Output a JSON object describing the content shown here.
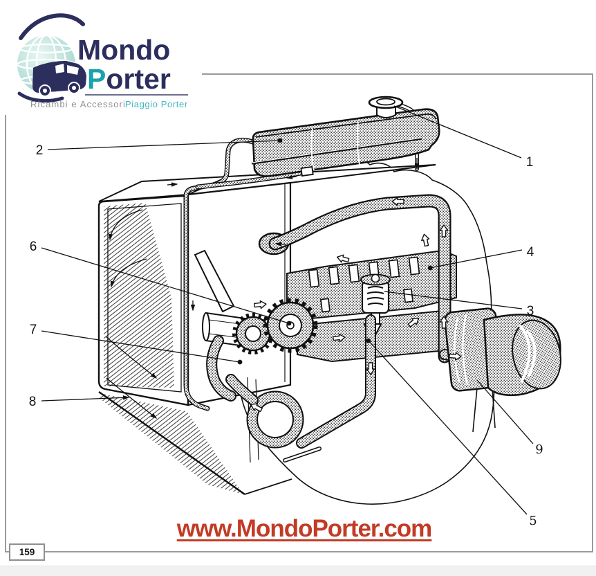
{
  "logo": {
    "word1": "Mondo",
    "word2_initial": "P",
    "word2_rest": "orter",
    "tagline_left": "Ricambi e Accessori",
    "tagline_right": "Piaggio Porter"
  },
  "diagram": {
    "callouts": [
      {
        "label": "1"
      },
      {
        "label": "2"
      },
      {
        "label": "3"
      },
      {
        "label": "4"
      },
      {
        "label": "5"
      },
      {
        "label": "6"
      },
      {
        "label": "7"
      },
      {
        "label": "8"
      },
      {
        "label": "9"
      }
    ]
  },
  "footer": {
    "website": "www.MondoPorter.com",
    "page_number": "159"
  },
  "colors": {
    "brand_navy": "#2c2f5d",
    "brand_teal": "#17a2ad",
    "tagline_gray": "#8f8f8f",
    "tagline_teal": "#3fb6bf",
    "website_red": "#c23b26",
    "frame_gray": "#9a9a9a",
    "diagram_ink": "#111111"
  }
}
